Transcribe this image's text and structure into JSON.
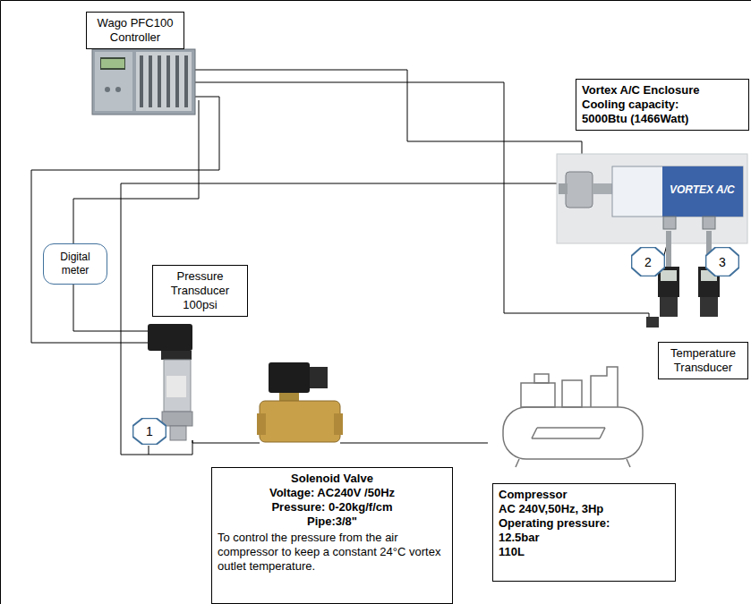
{
  "diagram": {
    "nodes": [
      {
        "text": [
          "Wago PFC100 Controller"
        ]
      },
      {
        "text": [
          "Vortex A/C Enclosure",
          "Cooling capacity:",
          "5000Btu (1466Watt)"
        ]
      },
      {
        "text": [
          "2"
        ]
      },
      {
        "text": [
          "3"
        ]
      },
      {
        "text": [
          "Digital meter"
        ]
      },
      {
        "text": [
          "Pressure Transducer 100psi"
        ]
      },
      {
        "text": [
          "Temperature Transducer"
        ]
      },
      {
        "text": [
          "1"
        ]
      },
      {
        "text": [
          "Solenoid Valve",
          "Voltage: AC240V /50Hz",
          "Pressure: 0-20kg/f/cm",
          "Pipe:3/8\"",
          "To control the pressure from the air compressor to keep a constant 24°C vortex outlet temperature."
        ]
      },
      {
        "text": [
          "Compressor",
          "AC 240V,50Hz, 3Hp",
          "Operating pressure:",
          "12.5bar",
          "110L"
        ]
      }
    ],
    "labels": [
      "VORTEX A/C"
    ]
  }
}
